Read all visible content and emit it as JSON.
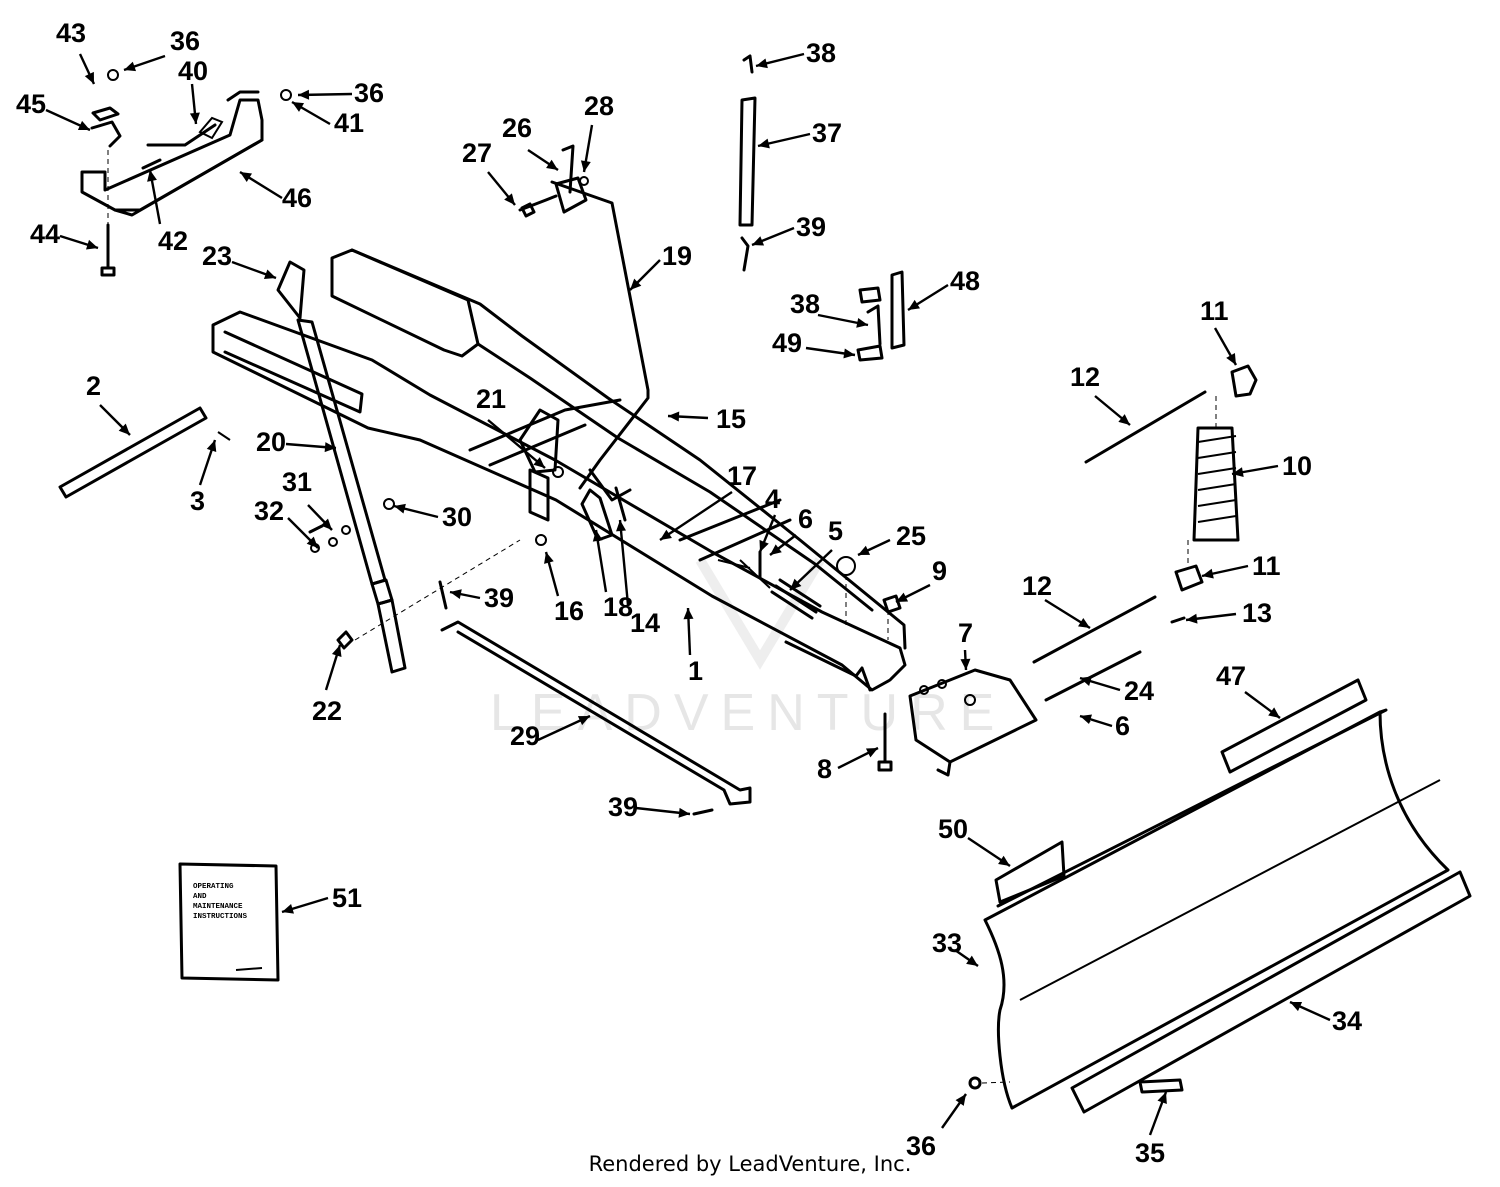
{
  "watermark": "LEADVENTURE",
  "footer": "Rendered by LeadVenture, Inc.",
  "manual_cover": {
    "lines": [
      "OPERATING",
      "AND",
      "MAINTENANCE",
      "INSTRUCTIONS"
    ]
  },
  "callouts": [
    {
      "label": "1"
    },
    {
      "label": "2"
    },
    {
      "label": "3"
    },
    {
      "label": "4"
    },
    {
      "label": "5"
    },
    {
      "label": "6"
    },
    {
      "label": "6"
    },
    {
      "label": "7"
    },
    {
      "label": "8"
    },
    {
      "label": "9"
    },
    {
      "label": "10"
    },
    {
      "label": "11"
    },
    {
      "label": "11"
    },
    {
      "label": "12"
    },
    {
      "label": "12"
    },
    {
      "label": "13"
    },
    {
      "label": "14"
    },
    {
      "label": "15"
    },
    {
      "label": "16"
    },
    {
      "label": "17"
    },
    {
      "label": "18"
    },
    {
      "label": "19"
    },
    {
      "label": "20"
    },
    {
      "label": "21"
    },
    {
      "label": "22"
    },
    {
      "label": "23"
    },
    {
      "label": "24"
    },
    {
      "label": "25"
    },
    {
      "label": "26"
    },
    {
      "label": "27"
    },
    {
      "label": "28"
    },
    {
      "label": "29"
    },
    {
      "label": "30"
    },
    {
      "label": "31"
    },
    {
      "label": "32"
    },
    {
      "label": "33"
    },
    {
      "label": "34"
    },
    {
      "label": "35"
    },
    {
      "label": "36"
    },
    {
      "label": "36"
    },
    {
      "label": "36"
    },
    {
      "label": "37"
    },
    {
      "label": "38"
    },
    {
      "label": "38"
    },
    {
      "label": "39"
    },
    {
      "label": "39"
    },
    {
      "label": "39"
    },
    {
      "label": "40"
    },
    {
      "label": "41"
    },
    {
      "label": "42"
    },
    {
      "label": "43"
    },
    {
      "label": "44"
    },
    {
      "label": "45"
    },
    {
      "label": "46"
    },
    {
      "label": "47"
    },
    {
      "label": "48"
    },
    {
      "label": "49"
    },
    {
      "label": "50"
    },
    {
      "label": "51"
    }
  ]
}
